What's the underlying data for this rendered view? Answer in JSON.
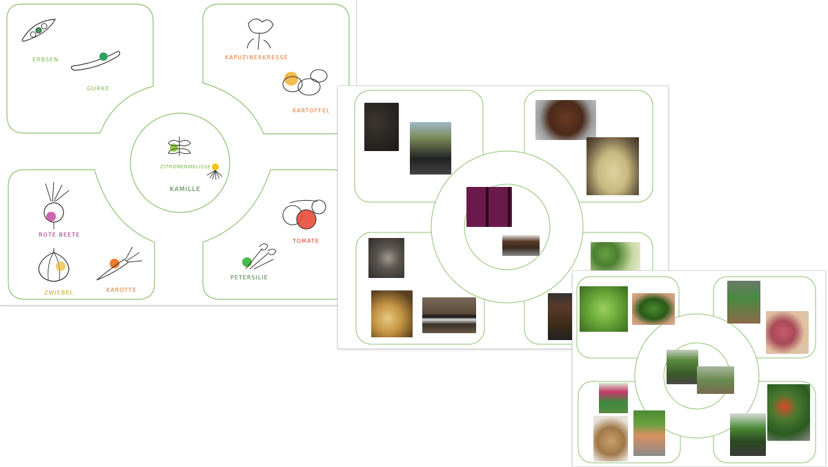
{
  "plan1": {
    "labels": {
      "erbsen": "ERBSEN",
      "gurke": "GURKE",
      "kapuzinerkresse": "KAPUZINERKRESSE",
      "kartoffel": "KARTOFFEL",
      "zitronenmelisse": "ZITRONENMELISSE",
      "kamille": "KAMILLE",
      "rote_beete": "ROTE BEETE",
      "zwiebel": "ZWIEBEL",
      "karotte": "KAROTTE",
      "tomate": "TOMATE",
      "petersilie": "PETERSILIE"
    },
    "colors": {
      "green": "#7ab648",
      "orange": "#e8742a",
      "magenta": "#a2277a",
      "yellow": "#c9a227",
      "red": "#d63a2a",
      "dark_green": "#3d7a35",
      "bed_outline": "#8cc26e"
    },
    "icons": [
      "pea-pod-icon",
      "cucumber-icon",
      "nasturtium-icon",
      "potato-icon",
      "lemon-balm-icon",
      "chamomile-icon",
      "beetroot-icon",
      "onion-icon",
      "carrot-icon",
      "tomato-icon",
      "parsley-icon"
    ]
  },
  "plan2": {
    "photos": [
      "seeded-soil-photo",
      "seedling-tray-photo",
      "soil-pot-photo",
      "sprouting-potato-photo",
      "sown-seed-photo",
      "seed-cells-photo",
      "pot-soil-photo",
      "onion-sets-photo",
      "seed-row-photo",
      "young-plants-photo",
      "seed-tray-photo"
    ]
  },
  "plan3": {
    "photos": [
      "pea-pods-photo",
      "cucumbers-photo",
      "nasturtium-plant-photo",
      "potatoes-photo",
      "herb-pot-photo",
      "herb-bush-photo",
      "beet-plant-photo",
      "onions-photo",
      "carrots-photo",
      "tomato-plant-photo",
      "parsley-pot-photo"
    ]
  }
}
